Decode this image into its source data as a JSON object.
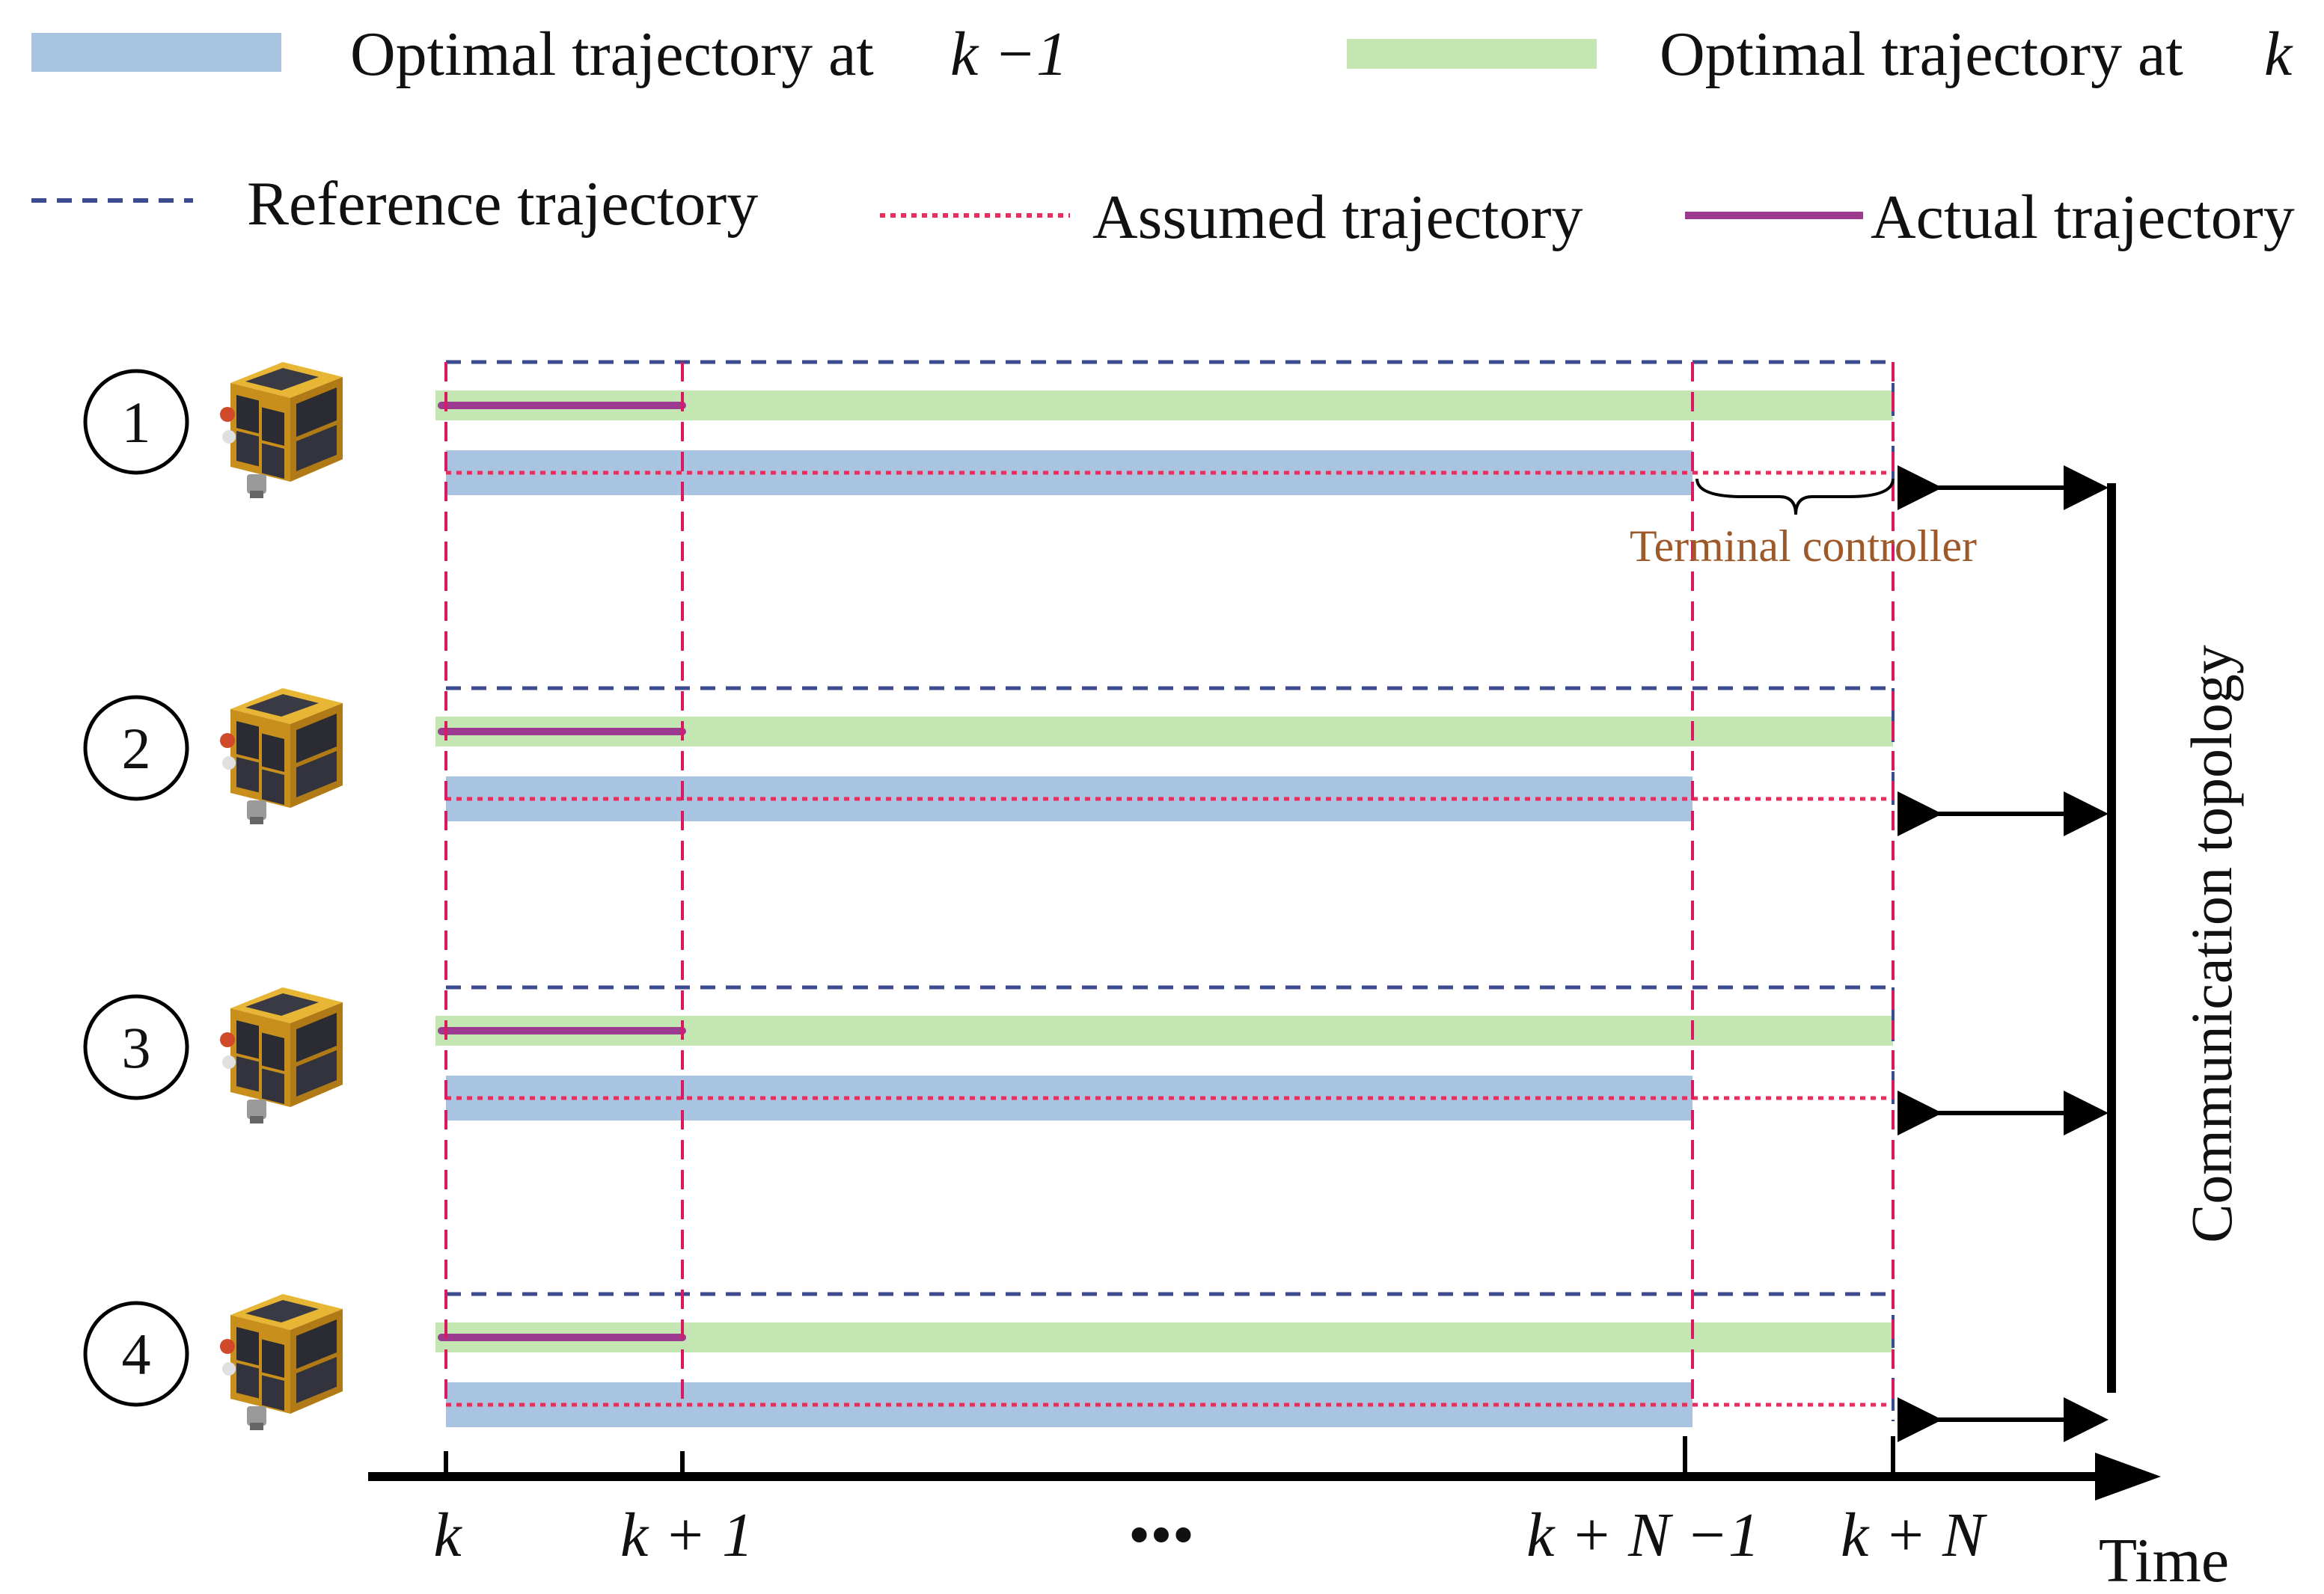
{
  "legend": {
    "optimal_prev": {
      "label": "Optimal trajectory at",
      "var": "k −1",
      "color": "#a9c4e0"
    },
    "optimal_curr": {
      "label": "Optimal trajectory at",
      "var": "k",
      "color": "#c3e6b3"
    },
    "reference": {
      "label": "Reference trajectory",
      "color": "#3c4a8f"
    },
    "assumed": {
      "label": "Assumed trajectory",
      "color": "#e0325f"
    },
    "actual": {
      "label": "Actual trajectory",
      "color": "#9b3a8f"
    }
  },
  "agents": [
    {
      "number": "1",
      "icon": "satellite-icon"
    },
    {
      "number": "2",
      "icon": "satellite-icon"
    },
    {
      "number": "3",
      "icon": "satellite-icon"
    },
    {
      "number": "4",
      "icon": "satellite-icon"
    }
  ],
  "time_axis": {
    "label": "Time",
    "ticks": [
      "k",
      "k + 1",
      "k + N −1",
      "k + N"
    ],
    "ellipsis": "•••"
  },
  "terminal_controller": "Terminal controller",
  "communication_topology": "Communication  topology",
  "colors": {
    "step_divider": "#d81b60",
    "axis": "#000000",
    "satellite_body": "#d9a31f",
    "satellite_panel": "#2b2b33"
  }
}
